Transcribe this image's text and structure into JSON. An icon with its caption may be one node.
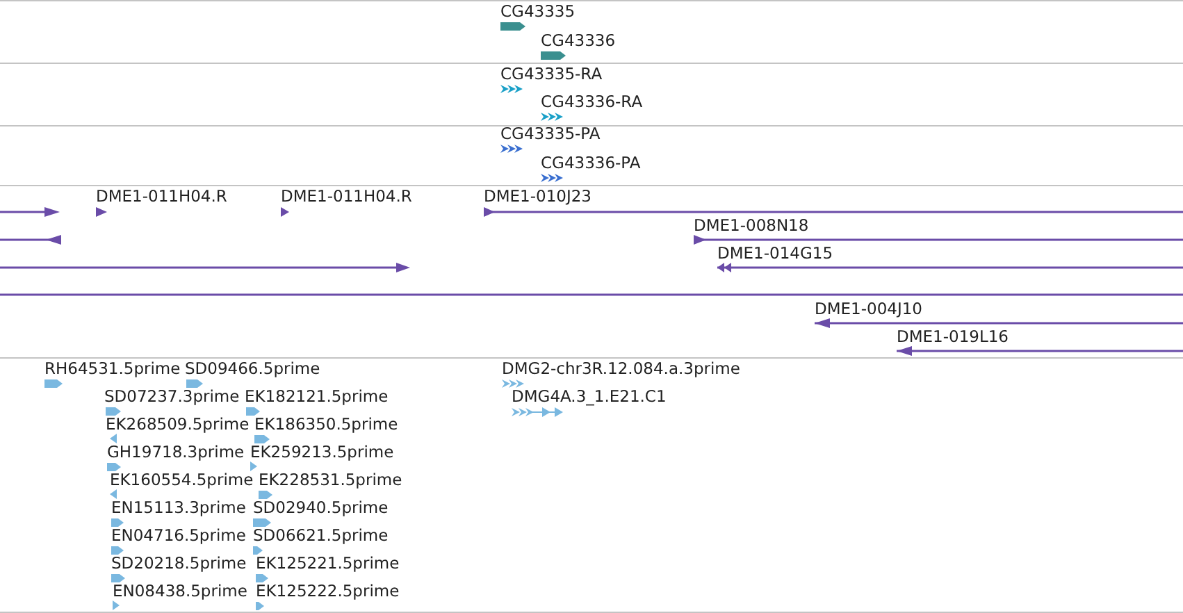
{
  "diagram": {
    "nodes": [
      {
        "text": [
          "CG43335"
        ]
      },
      {
        "text": [
          "CG43336"
        ]
      },
      {
        "text": [
          "CG43335-RA"
        ]
      },
      {
        "text": [
          "CG43336-RA"
        ]
      },
      {
        "text": [
          "CG43335-PA"
        ]
      },
      {
        "text": [
          "CG43336-PA"
        ]
      },
      {
        "text": [],
        "shape": "bar"
      },
      {
        "text": [
          "DME1-011H04.R"
        ]
      },
      {
        "text": [
          "DME1-011H04.R"
        ]
      },
      {
        "text": [
          "DME1-010J23"
        ]
      },
      {
        "text": [],
        "shape": "bar"
      },
      {
        "text": [
          "DME1-008N18"
        ]
      },
      {
        "text": [],
        "shape": "bar"
      },
      {
        "text": [
          "DME1-014G15"
        ]
      },
      {
        "text": [],
        "shape": "bar"
      },
      {
        "text": [
          "DME1-004J10"
        ]
      },
      {
        "text": [
          "DME1-019L16"
        ]
      },
      {
        "text": [
          "RH64531.5prime"
        ]
      },
      {
        "text": [
          "SD09466.5prime"
        ]
      },
      {
        "text": [
          "SD07237.3prime"
        ]
      },
      {
        "text": [
          "EK182121.5prime"
        ]
      },
      {
        "text": [
          "EK268509.5prime"
        ]
      },
      {
        "text": [
          "EK186350.5prime"
        ]
      },
      {
        "text": [
          "GH19718.3prime"
        ]
      },
      {
        "text": [
          "EK259213.5prime"
        ]
      },
      {
        "text": [
          "EK160554.5prime"
        ]
      },
      {
        "text": [
          "EK228531.5prime"
        ]
      },
      {
        "text": [
          "EN15113.3prime"
        ]
      },
      {
        "text": [
          "SD02940.5prime"
        ]
      },
      {
        "text": [
          "EN04716.5prime"
        ]
      },
      {
        "text": [
          "SD06621.5prime"
        ]
      },
      {
        "text": [
          "SD20218.5prime"
        ]
      },
      {
        "text": [
          "EK125221.5prime"
        ]
      },
      {
        "text": [
          "EN08438.5prime"
        ]
      },
      {
        "text": [
          "EK125222.5prime"
        ]
      },
      {
        "text": [
          "DMG2-chr3R.12.084.a.3prime"
        ]
      },
      {
        "text": [
          "DMG4A.3_1.E21.C1"
        ]
      }
    ]
  }
}
